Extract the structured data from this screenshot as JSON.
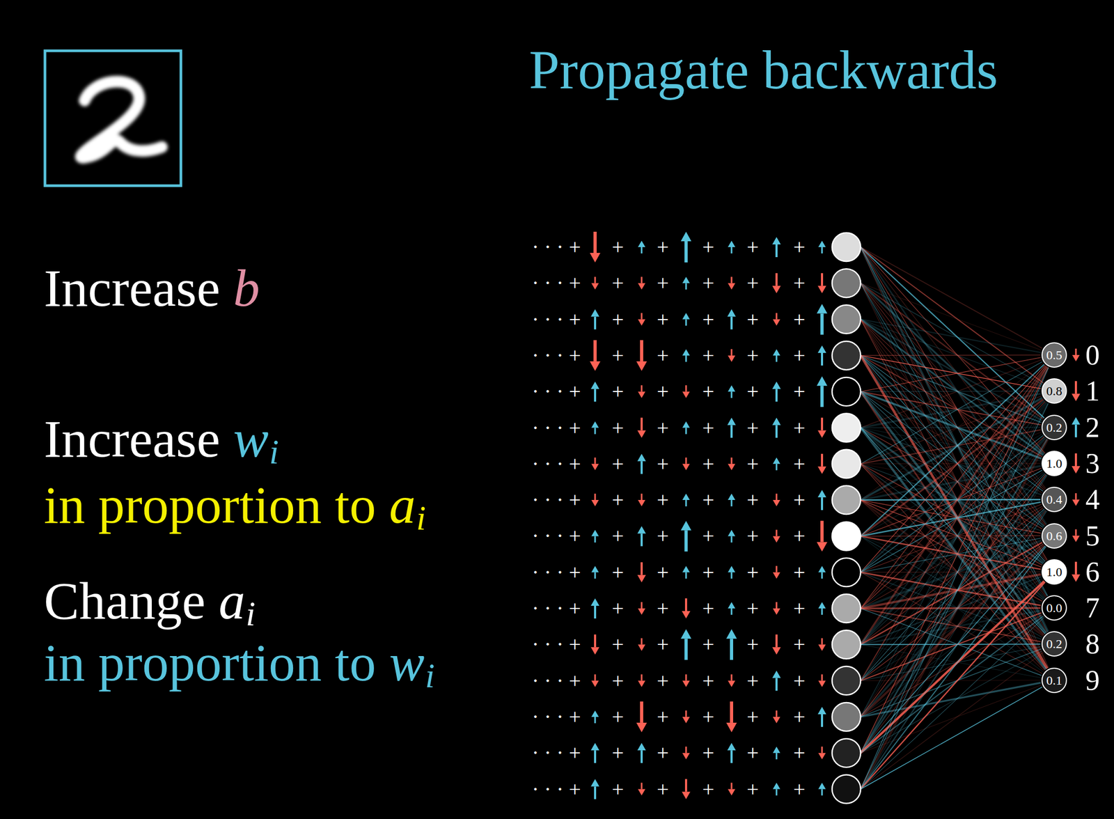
{
  "diagram": {
    "title": "Propagate backwards",
    "nodes": [
      {
        "text": [
          "0.5",
          "0"
        ]
      },
      {
        "text": [
          "0.8",
          "1"
        ]
      },
      {
        "text": [
          "0.2",
          "2"
        ]
      },
      {
        "text": [
          "1.0",
          "3"
        ]
      },
      {
        "text": [
          "0.4",
          "4"
        ]
      },
      {
        "text": [
          "0.6",
          "5"
        ]
      },
      {
        "text": [
          "1.0",
          "6"
        ]
      },
      {
        "text": [
          "0.0",
          "7"
        ]
      },
      {
        "text": [
          "0.2",
          "8"
        ]
      },
      {
        "text": [
          "0.1",
          "9"
        ]
      }
    ],
    "labels": [
      "Increase",
      "b",
      "Increase",
      "w",
      "i",
      "in proportion to",
      "a",
      "i",
      "Change",
      "a",
      "i",
      "in proportion to",
      "w",
      "i",
      "· · · +",
      "+",
      "+",
      "+",
      "+",
      "+",
      "· · · +",
      "+",
      "+",
      "+",
      "+",
      "+",
      "· · · +",
      "+",
      "+",
      "+",
      "+",
      "+",
      "· · · +",
      "+",
      "+",
      "+",
      "+",
      "+",
      "· · · +",
      "+",
      "+",
      "+",
      "+",
      "+",
      "· · · +",
      "+",
      "+",
      "+",
      "+",
      "+",
      "· · · +",
      "+",
      "+",
      "+",
      "+",
      "+",
      "· · · +",
      "+",
      "+",
      "+",
      "+",
      "+",
      "· · · +",
      "+",
      "+",
      "+",
      "+",
      "+",
      "· · · +",
      "+",
      "+",
      "+",
      "+",
      "+",
      "· · · +",
      "+",
      "+",
      "+",
      "+",
      "+",
      "· · · +",
      "+",
      "+",
      "+",
      "+",
      "+",
      "· · · +",
      "+",
      "+",
      "+",
      "+",
      "+",
      "· · · +",
      "+",
      "+",
      "+",
      "+",
      "+",
      "· · · +",
      "+",
      "+",
      "+",
      "+",
      "+",
      "· · · +",
      "+",
      "+",
      "+",
      "+",
      "+"
    ]
  }
}
